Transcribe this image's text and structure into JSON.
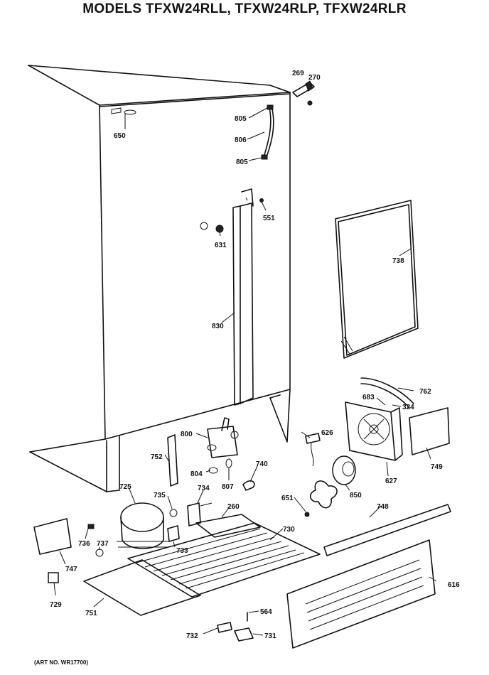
{
  "title": "MODELS TFXW24RLL, TFXW24RLP, TFXW24RLR",
  "art_number": "(ART NO. WR17700)",
  "parts": {
    "p269": "269",
    "p270": "270",
    "p805a": "805",
    "p806": "806",
    "p805b": "805",
    "p650": "650",
    "p551": "551",
    "p631": "631",
    "p738": "738",
    "p830": "830",
    "p762": "762",
    "p683": "683",
    "p324": "324",
    "p800": "800",
    "p626": "626",
    "p752": "752",
    "p749": "749",
    "p804": "804",
    "p807": "807",
    "p740": "740",
    "p627": "627",
    "p725": "725",
    "p734": "734",
    "p735": "735",
    "p260": "260",
    "p651": "651",
    "p850": "850",
    "p748": "748",
    "p730": "730",
    "p736": "736",
    "p737": "737",
    "p733": "733",
    "p747": "747",
    "p616": "616",
    "p729": "729",
    "p751": "751",
    "p564": "564",
    "p732": "732",
    "p731": "731"
  }
}
